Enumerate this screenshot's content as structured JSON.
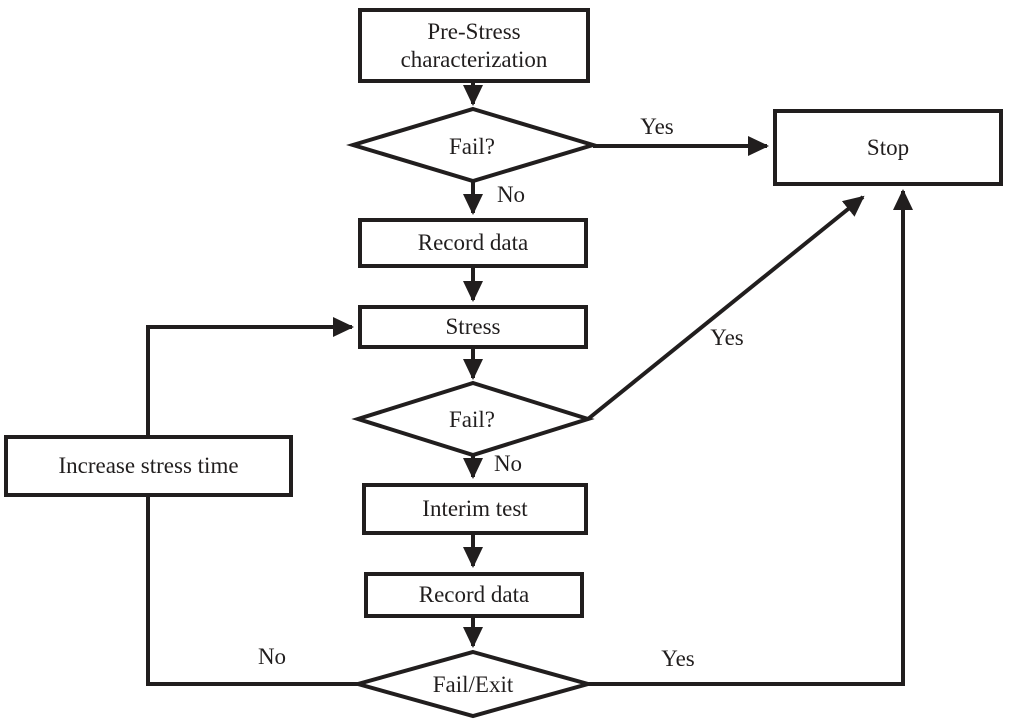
{
  "diagram": {
    "type": "flowchart",
    "colors": {
      "ink": "#211e1e",
      "background": "#ffffff"
    },
    "nodes": {
      "pre_stress": {
        "label": "Pre-Stress characterization",
        "shape": "rect"
      },
      "fail_1": {
        "label": "Fail?",
        "shape": "diamond"
      },
      "record_data_1": {
        "label": "Record data",
        "shape": "rect"
      },
      "stress": {
        "label": "Stress",
        "shape": "rect"
      },
      "fail_2": {
        "label": "Fail?",
        "shape": "diamond"
      },
      "interim_test": {
        "label": "Interim test",
        "shape": "rect"
      },
      "record_data_2": {
        "label": "Record data",
        "shape": "rect"
      },
      "fail_exit": {
        "label": "Fail/Exit",
        "shape": "diamond"
      },
      "stop": {
        "label": "Stop",
        "shape": "rect"
      },
      "increase_stress_time": {
        "label": "Increase stress time",
        "shape": "rect"
      }
    },
    "edge_labels": {
      "fail1_yes": "Yes",
      "fail1_no": "No",
      "fail2_yes": "Yes",
      "fail2_no": "No",
      "fail_exit_yes": "Yes",
      "fail_exit_no": "No"
    },
    "edges": [
      {
        "from": "pre_stress",
        "to": "fail_1",
        "label": ""
      },
      {
        "from": "fail_1",
        "to": "stop",
        "label": "Yes"
      },
      {
        "from": "fail_1",
        "to": "record_data_1",
        "label": "No"
      },
      {
        "from": "record_data_1",
        "to": "stress",
        "label": ""
      },
      {
        "from": "stress",
        "to": "fail_2",
        "label": ""
      },
      {
        "from": "fail_2",
        "to": "stop",
        "label": "Yes"
      },
      {
        "from": "fail_2",
        "to": "interim_test",
        "label": "No"
      },
      {
        "from": "interim_test",
        "to": "record_data_2",
        "label": ""
      },
      {
        "from": "record_data_2",
        "to": "fail_exit",
        "label": ""
      },
      {
        "from": "fail_exit",
        "to": "stop",
        "label": "Yes"
      },
      {
        "from": "fail_exit",
        "to": "stress",
        "label": "No",
        "via": "increase_stress_time"
      }
    ]
  }
}
